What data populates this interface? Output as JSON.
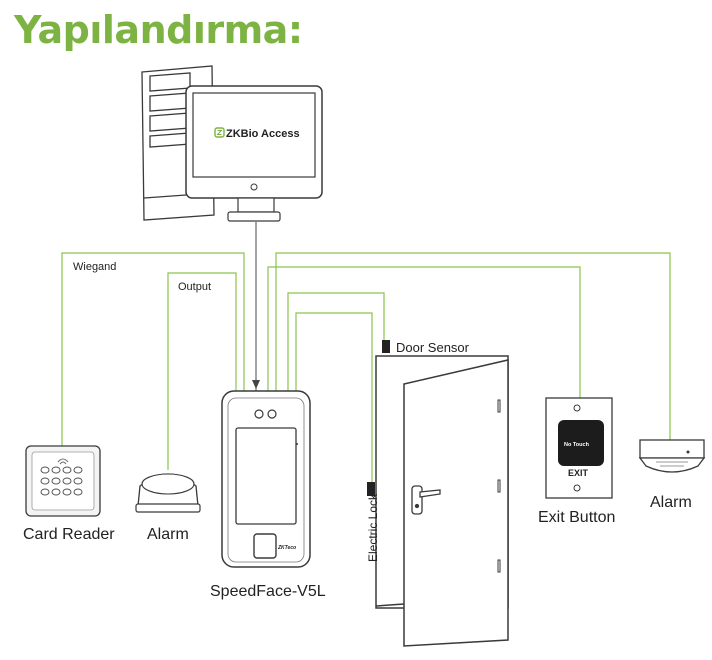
{
  "title": "Yapılandırma:",
  "software_label": "ZKBio Access",
  "lines": {
    "wiegand": "Wiegand",
    "output": "Output"
  },
  "devices": {
    "card_reader": "Card Reader",
    "alarm_left": "Alarm",
    "terminal": "SpeedFace-V5L",
    "door_sensor": "Door Sensor",
    "electric_lock": "Electric Lock",
    "exit_button": "Exit Button",
    "exit_text": "EXIT",
    "no_touch": "No Touch",
    "alarm_right": "Alarm",
    "terminal_brand": "ZKTeco"
  },
  "colors": {
    "title": "#7cb342",
    "wire": "#8bc34a",
    "outline": "#3a3a3a"
  }
}
